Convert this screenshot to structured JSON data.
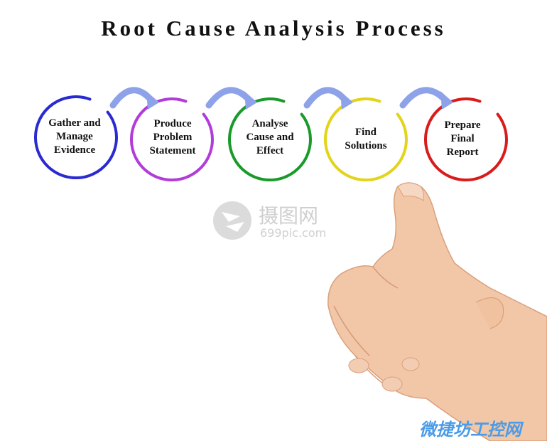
{
  "title": "Root Cause Analysis Process",
  "steps": [
    {
      "label": "Gather and\nManage\nEvidence",
      "color": "#2a2ad1"
    },
    {
      "label": "Produce\nProblem\nStatement",
      "color": "#b23cd9"
    },
    {
      "label": "Analyse\nCause and\nEffect",
      "color": "#1a9a2a"
    },
    {
      "label": "Find\nSolutions",
      "color": "#e2d41a"
    },
    {
      "label": "Prepare\nFinal\nReport",
      "color": "#d81b1b"
    }
  ],
  "arrow_color": "#8ea2ea",
  "watermark": {
    "cn": "摄图网",
    "en": "699pic.com"
  },
  "site_mark": "微捷坊工控网"
}
